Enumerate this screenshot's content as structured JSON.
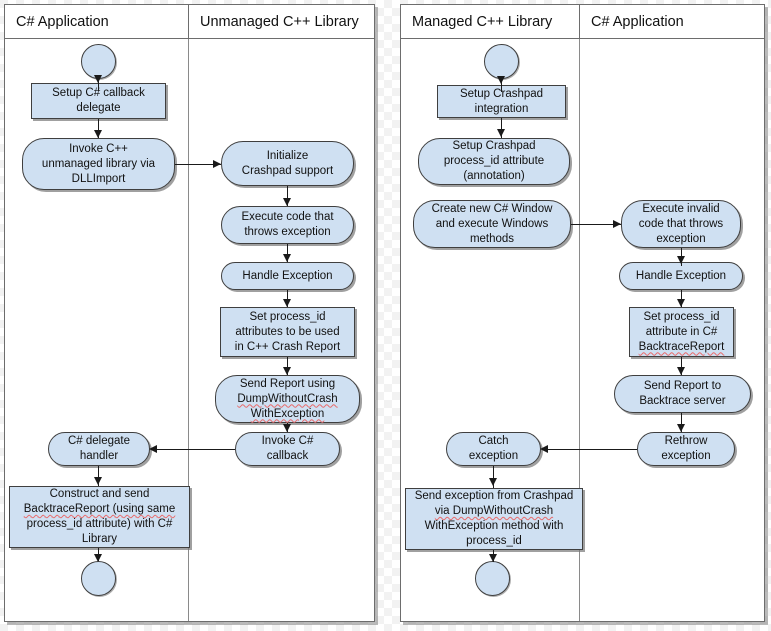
{
  "meta": {
    "title": "Crashpad / Backtrace C# integration activity diagrams",
    "accent_fill": "#cfe0f2",
    "node_border": "#3f3f3f",
    "frame_border": "#6d6d6d",
    "spellcheck_underline": "#e86a6a",
    "canvas_background": "#ffffff"
  },
  "diagrams": [
    {
      "id": "left",
      "lanes": [
        {
          "label": "C# Application"
        },
        {
          "label": "Unmanaged C++ Library"
        }
      ],
      "nodes": [
        {
          "id": "l-start",
          "kind": "terminal",
          "label": ""
        },
        {
          "id": "l-n1",
          "kind": "rect",
          "lines": [
            "Setup C# callback",
            "delegate"
          ]
        },
        {
          "id": "l-n2",
          "kind": "rounded",
          "lines": [
            "Invoke C++",
            "unmanaged library via",
            "DLLImport"
          ]
        },
        {
          "id": "l-n3",
          "kind": "rounded",
          "lines": [
            "Initialize",
            "Crashpad support"
          ]
        },
        {
          "id": "l-n4",
          "kind": "rounded",
          "lines": [
            "Execute code that",
            "throws exception"
          ]
        },
        {
          "id": "l-n5",
          "kind": "rounded",
          "lines": [
            "Handle Exception"
          ]
        },
        {
          "id": "l-n6",
          "kind": "rect",
          "lines": [
            "Set process_id",
            "attributes to be used",
            "in C++ Crash Report"
          ]
        },
        {
          "id": "l-n7",
          "kind": "rounded",
          "lines": [
            "Send Report using",
            "DumpWithoutCrash",
            "WithException"
          ],
          "spellcheck": [
            1,
            2
          ]
        },
        {
          "id": "l-n8",
          "kind": "rounded",
          "lines": [
            "Invoke C#",
            "callback"
          ]
        },
        {
          "id": "l-n9",
          "kind": "rounded",
          "lines": [
            "C# delegate",
            "handler"
          ]
        },
        {
          "id": "l-n10",
          "kind": "rect",
          "lines": [
            "Construct and send",
            "BacktraceReport (using same",
            "process_id attribute) with C#",
            "Library"
          ],
          "spellcheck": [
            1
          ]
        },
        {
          "id": "l-end",
          "kind": "terminal",
          "label": ""
        }
      ]
    },
    {
      "id": "right",
      "lanes": [
        {
          "label": "Managed C++ Library"
        },
        {
          "label": "C# Application"
        }
      ],
      "nodes": [
        {
          "id": "r-start",
          "kind": "terminal",
          "label": ""
        },
        {
          "id": "r-n1",
          "kind": "rect",
          "lines": [
            "Setup Crashpad",
            "integration"
          ]
        },
        {
          "id": "r-n2",
          "kind": "rounded",
          "lines": [
            "Setup Crashpad",
            "process_id attribute",
            "(annotation)"
          ]
        },
        {
          "id": "r-n3",
          "kind": "rounded",
          "lines": [
            "Create new C# Window",
            "and execute Windows",
            "methods"
          ]
        },
        {
          "id": "r-n4",
          "kind": "rounded",
          "lines": [
            "Execute invalid",
            "code that throws",
            "exception"
          ]
        },
        {
          "id": "r-n5",
          "kind": "rounded",
          "lines": [
            "Handle Exception"
          ]
        },
        {
          "id": "r-n6",
          "kind": "rect",
          "lines": [
            "Set process_id",
            "attribute in C#",
            "BacktraceReport"
          ],
          "spellcheck": [
            2
          ]
        },
        {
          "id": "r-n7",
          "kind": "rounded",
          "lines": [
            "Send Report to",
            "Backtrace server"
          ]
        },
        {
          "id": "r-n8",
          "kind": "rounded",
          "lines": [
            "Rethrow",
            "exception"
          ]
        },
        {
          "id": "r-n9",
          "kind": "rounded",
          "lines": [
            "Catch",
            "exception"
          ]
        },
        {
          "id": "r-n10",
          "kind": "rect",
          "lines": [
            "Send exception from Crashpad",
            "via DumpWithoutCrash",
            "WithException method with",
            "process_id"
          ],
          "spellcheck": [
            1,
            2
          ]
        },
        {
          "id": "r-end",
          "kind": "terminal",
          "label": ""
        }
      ]
    }
  ]
}
